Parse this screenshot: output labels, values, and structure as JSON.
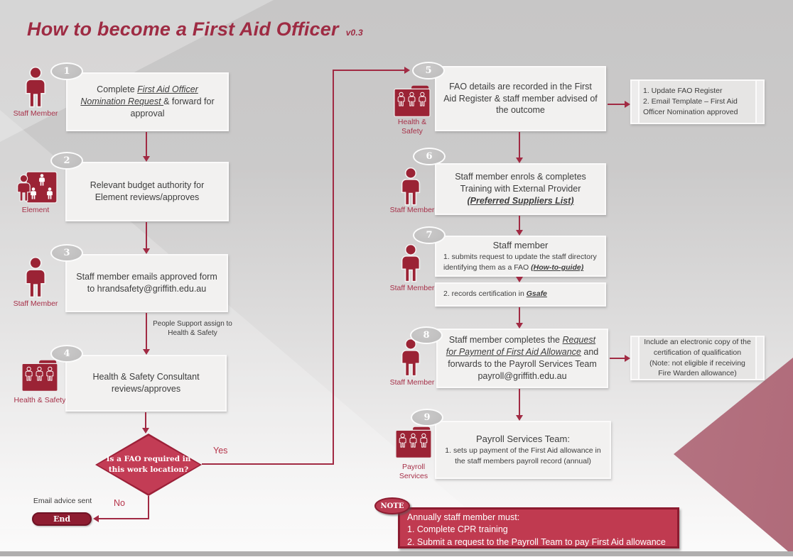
{
  "title": {
    "text": "How to become a First Aid Officer",
    "version": "v0.3"
  },
  "colors": {
    "accent": "#a12a43",
    "icon_red": "#9b2335",
    "diamond_fill": "#c33c55",
    "note_fill": "#c03a50",
    "note_border": "#8c1c30",
    "box_fill": "#f2f1f0"
  },
  "steps": [
    {
      "num": "1",
      "actor": "Staff Member",
      "p1": "Complete ",
      "link": "First Aid Officer Nomination Request ",
      "p2": "& forward for approval"
    },
    {
      "num": "2",
      "actor": "Element",
      "text": "Relevant budget authority for Element reviews/approves"
    },
    {
      "num": "3",
      "actor": "Staff Member",
      "text": "Staff member emails approved form to hrandsafety@griffith.edu.au"
    },
    {
      "num": "4",
      "actor": "Health & Safety",
      "text": "Health & Safety Consultant reviews/approves"
    },
    {
      "num": "5",
      "actor": "Health &\nSafety",
      "text": "FAO details are recorded in the First Aid Register & staff member advised of the outcome"
    },
    {
      "num": "6",
      "actor": "Staff Member",
      "p1": "Staff member enrols & completes Training with External Provider",
      "link": "(Preferred Suppliers List)"
    },
    {
      "num": "7",
      "actor": "Staff Member",
      "heading": "Staff member",
      "item1_p1": "1.  submits request to update the staff directory identifying them as a FAO ",
      "item1_link": "(How-to-guide)",
      "item2_p1": "2.  records certification in ",
      "item2_link": "Gsafe"
    },
    {
      "num": "8",
      "actor": "Staff Member",
      "p1": "Staff member completes the ",
      "link": "Request for Payment of First Aid Allowance",
      "p2": " and forwards to the Payroll Services Team payroll@griffith.edu.au"
    },
    {
      "num": "9",
      "actor": "Payroll\nServices",
      "heading": "Payroll Services Team:",
      "item1": "1.  sets up payment of the First Aid allowance in the staff members payroll record (annual)"
    }
  ],
  "decision": {
    "question": "Is a FAO required in\nthis work location?",
    "yes": "Yes",
    "no": "No"
  },
  "terminator": {
    "label": "End",
    "note": "Email advice sent"
  },
  "edge_labels": {
    "people_support": "People Support assign to\nHealth & Safety"
  },
  "side_notes": [
    {
      "line1": "1. Update FAO Register",
      "line2": "2. Email Template – First Aid Officer Nomination approved"
    },
    {
      "text": "Include an electronic copy of the certification of qualification (Note: not eligible if receiving Fire Warden allowance)"
    }
  ],
  "note": {
    "badge": "NOTE",
    "line1": "Annually staff member must:",
    "line2": "1.  Complete CPR training",
    "line3": "2.  Submit a request to the Payroll Team to pay First Aid allowance"
  }
}
